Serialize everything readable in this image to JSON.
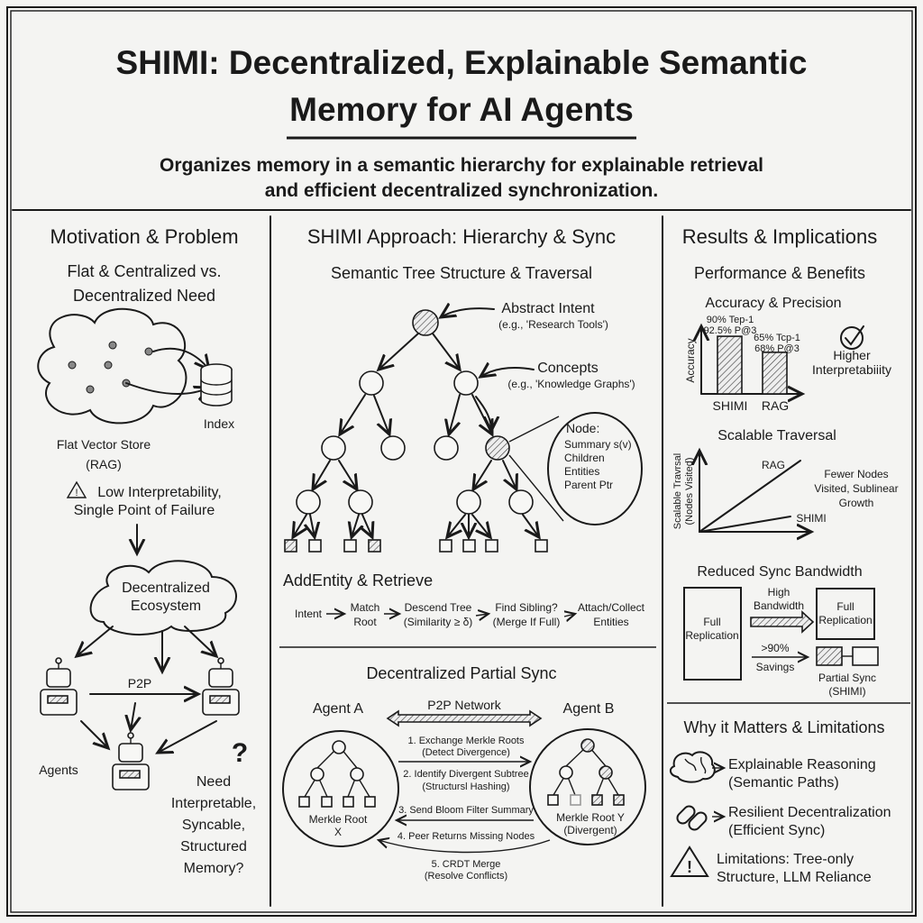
{
  "title": {
    "line1": "SHIMI: Decentralized, Explainable Semantic",
    "line2": "Memory for AI Agents"
  },
  "subtitle": {
    "line1": "Organizes memory in a semantic hierarchy for explainable retrieval",
    "line2": "and efficient decentralized synchronization."
  },
  "left": {
    "header": "Motivation & Problem",
    "subheader": [
      "Flat & Centralized vs.",
      "Decentralized Need"
    ],
    "index_label": "Index",
    "store_label": [
      "Flat Vector Store",
      "(RAG)"
    ],
    "warning": [
      "Low Interpretability,",
      "Single Point of Failure"
    ],
    "ecosystem": [
      "Decentralized",
      "Ecosystem"
    ],
    "p2p": "P2P",
    "agents": "Agents",
    "question_mark": "?",
    "question": [
      "Need",
      "Interpretable,",
      "Syncable,",
      "Structured",
      "Memory?"
    ]
  },
  "middle": {
    "header": "SHIMI Approach: Hierarchy & Sync",
    "tree_title": "Semantic Tree Structure & Traversal",
    "abstract_intent": [
      "Abstract Intent",
      "(e.g., 'Research Tools')"
    ],
    "concepts": [
      "Concepts",
      "(e.g., 'Knowledge Graphs')"
    ],
    "node_callout": [
      "Node:",
      "Summary s(v)",
      "Children",
      "Entities",
      "Parent Ptr"
    ],
    "add_title": "AddEntity & Retrieve",
    "flow": [
      [
        "Intent"
      ],
      [
        "Match",
        "Root"
      ],
      [
        "Descend Tree",
        "(Similarity ≥ δ)"
      ],
      [
        "Find Sibling?",
        "(Merge If Full)"
      ],
      [
        "Attach/Collect",
        "Entities"
      ]
    ],
    "sync_title": "Decentralized Partial Sync",
    "agent_a": "Agent A",
    "agent_b": "Agent B",
    "network": "P2P Network",
    "root_a": [
      "Merkle Root",
      "X"
    ],
    "root_b": [
      "Merkle Root Y",
      "(Divergent)"
    ],
    "steps": [
      [
        "1. Exchange Merkle Roots",
        "(Detect Divergence)"
      ],
      [
        "2. Identify Divergent Subtree",
        "(Structursl Hashing)"
      ],
      [
        "3. Send Bloom Filter Summary"
      ],
      [
        "4. Peer Returns Missing Nodes"
      ],
      [
        "5. CRDT Merge",
        "(Resolve Conflicts)"
      ]
    ]
  },
  "right": {
    "header": "Results & Implications",
    "perf_title": "Performance & Benefits",
    "acc_title": "Accuracy & Precision",
    "acc_ylabel": "Accuracy",
    "bars": [
      {
        "name": "SHIMI",
        "value": 90,
        "labels": [
          "90% Tep-1",
          "92.5% P@3"
        ]
      },
      {
        "name": "RAG",
        "value": 65,
        "labels": [
          "65% Tcp-1",
          "68% P@3"
        ]
      }
    ],
    "interp": [
      "Higher",
      "Interpretabiiity"
    ],
    "trav_title": "Scalable Traversal",
    "trav_ylabel": [
      "Scalable Travrsal",
      "(Nodes Visited)"
    ],
    "trav_lines": [
      "RAG",
      "SHIMI"
    ],
    "trav_note": [
      "Fewer Nodes",
      "Visited, Sublinear",
      "Growth"
    ],
    "sync_title": "Reduced Sync Bandwidth",
    "full_rep": [
      "Full",
      "Replication"
    ],
    "high_bw": [
      "High",
      "Bandwidth"
    ],
    "full_rep2": [
      "Full",
      "Replication"
    ],
    "savings": [
      ">90%",
      "Savings"
    ],
    "partial": [
      "Partial Sync",
      "(SHIMI)"
    ],
    "why_title": "Why it Matters & Limitations",
    "why_items": [
      {
        "icon": "brain-icon",
        "lines": [
          "Explainable Reasoning",
          "(Semantic Paths)"
        ]
      },
      {
        "icon": "chain-link-icon",
        "lines": [
          "Resilient Decentralization",
          "(Efficient Sync)"
        ]
      },
      {
        "icon": "warning-icon",
        "lines": [
          "Limitations: Tree-only",
          "Structure, LLM Reliance"
        ]
      }
    ]
  }
}
